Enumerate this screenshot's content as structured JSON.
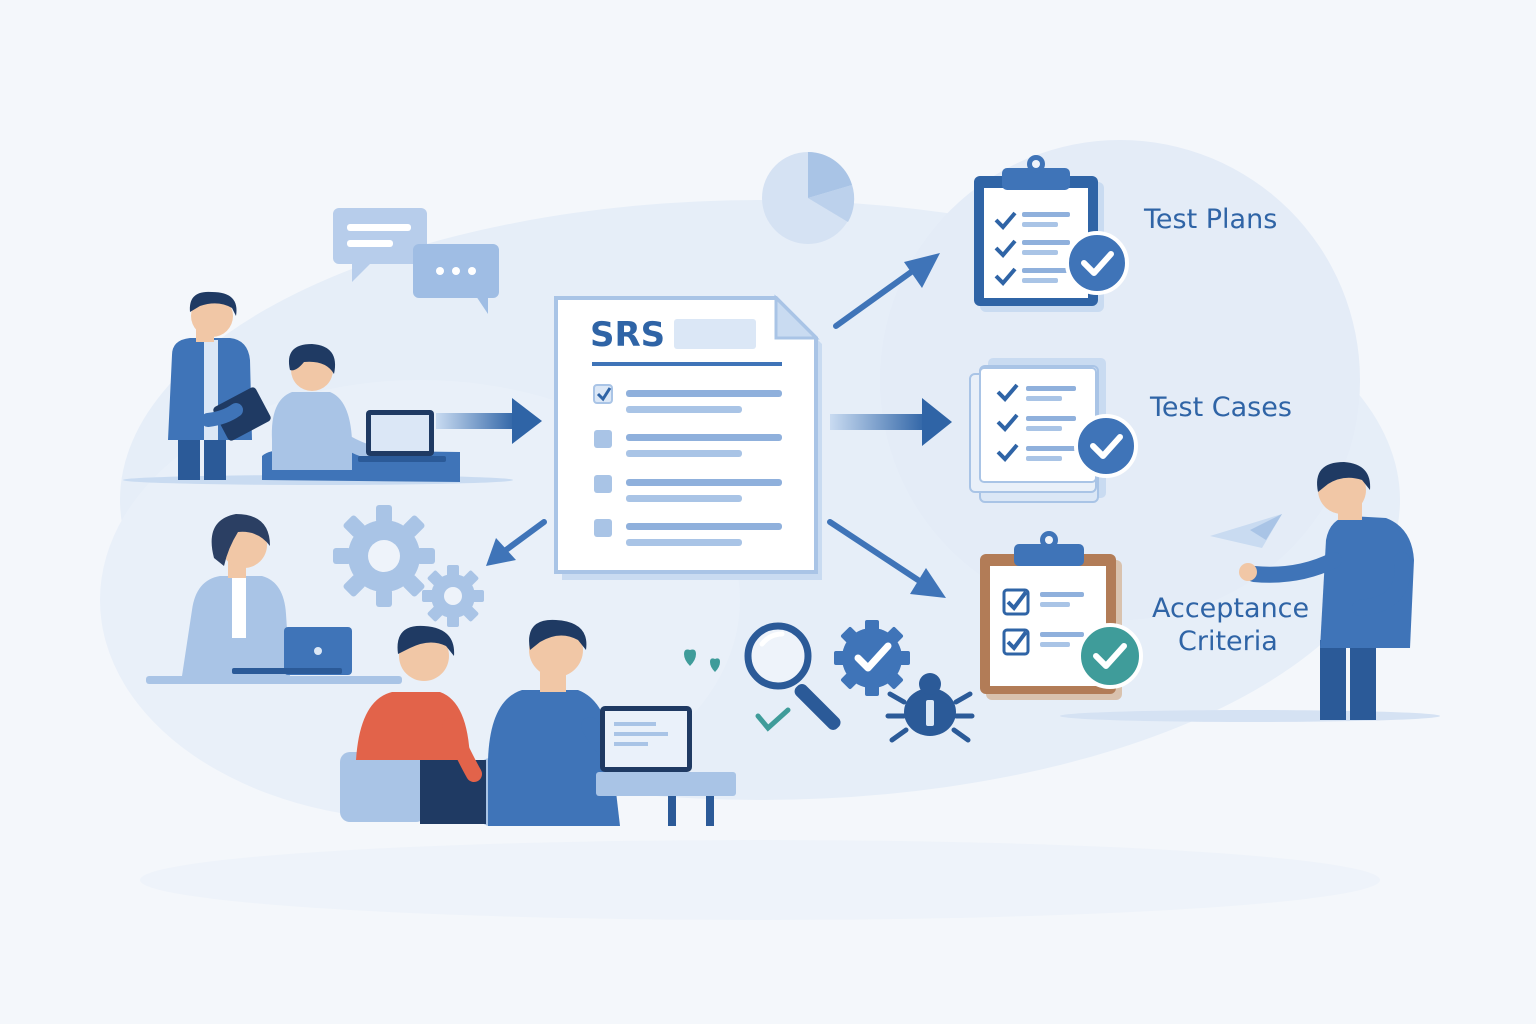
{
  "srs_document": {
    "title": "SRS"
  },
  "outputs": {
    "test_plans": "Test Plans",
    "test_cases": "Test Cases",
    "acceptance_line1": "Acceptance",
    "acceptance_line2": "Criteria"
  },
  "colors": {
    "background": "#f4f7fb",
    "accent_blue": "#2f64a6",
    "light_blue": "#a9c4e6",
    "check_teal": "#3f9c9a",
    "shirt_orange": "#e2634a",
    "clipboard_brown": "#b27c57"
  }
}
